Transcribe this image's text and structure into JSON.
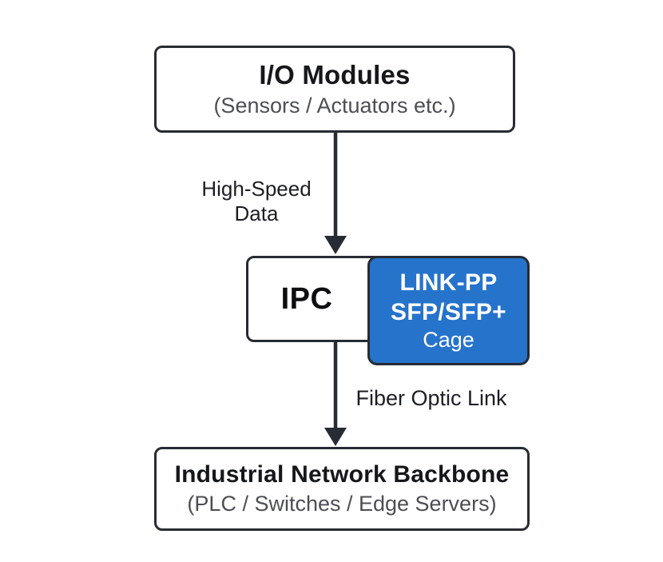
{
  "colors": {
    "accent_blue": "#2573cb",
    "stroke_dark": "#272b33",
    "title_dark": "#15171b",
    "subtitle_gray": "#4b4e53",
    "label_dark": "#1b1e24",
    "node_bg": "#ffffff",
    "cage_text": "#ffffff",
    "canvas_bg": "#ffffff"
  },
  "nodes": {
    "io_modules": {
      "title": "I/O Modules",
      "subtitle": "(Sensors / Actuators etc.)"
    },
    "ipc": {
      "label": "IPC"
    },
    "sfp_cage": {
      "line1": "LINK-PP",
      "line2": "SFP/SFP+",
      "line3": "Cage"
    },
    "backbone": {
      "title": "Industrial Network Backbone",
      "subtitle": "(PLC / Switches / Edge Servers)"
    }
  },
  "edges": {
    "high_speed": {
      "label_line1": "High-Speed",
      "label_line2": "Data"
    },
    "fiber": {
      "label": "Fiber Optic Link"
    }
  }
}
